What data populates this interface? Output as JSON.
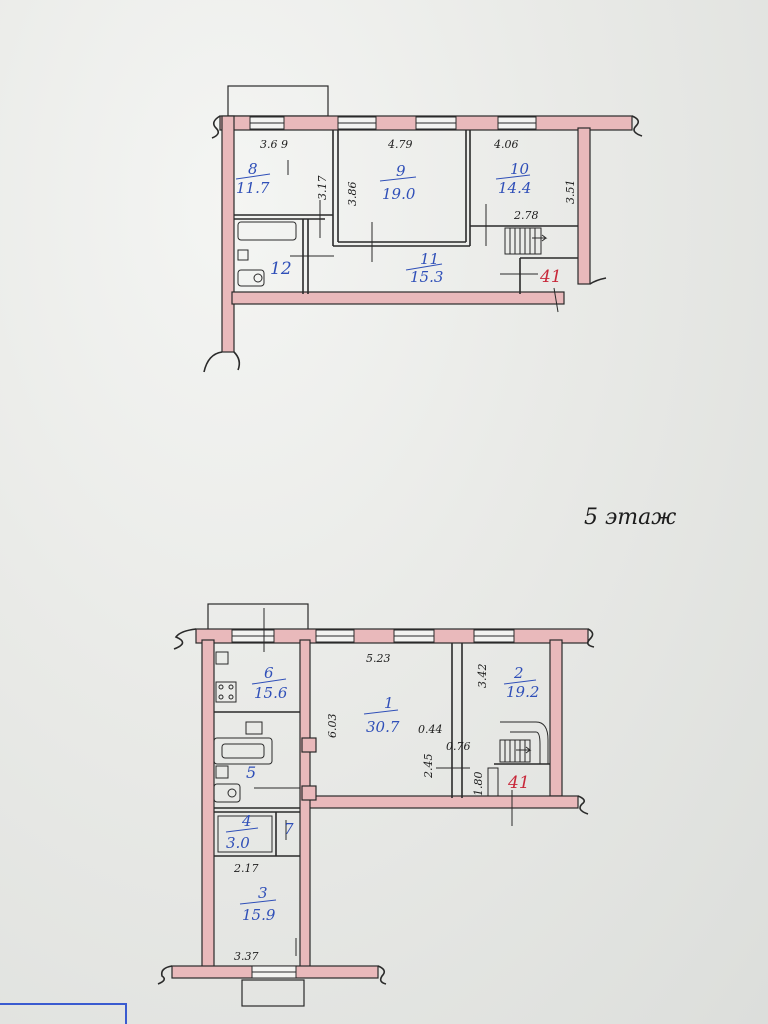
{
  "floor_label": "5 этаж",
  "upper_plan": {
    "dimensions": {
      "d_3_69": "3.6 9",
      "d_4_79": "4.79",
      "d_4_06": "4.06",
      "d_3_17": "3.17",
      "d_3_86": "3.86",
      "d_3_51": "3.51",
      "d_2_78": "2.78"
    },
    "rooms": {
      "r8": {
        "number": "8",
        "area": "11.7"
      },
      "r9": {
        "number": "9",
        "area": "19.0"
      },
      "r10": {
        "number": "10",
        "area": "14.4"
      },
      "r11": {
        "number": "11",
        "area": "15.3"
      },
      "r12": {
        "number": "12"
      }
    },
    "stair_mark": "41"
  },
  "lower_plan": {
    "dimensions": {
      "d_5_23": "5.23",
      "d_3_42": "3.42",
      "d_6_03": "6.03",
      "d_0_44": "0.44",
      "d_2_45": "2.45",
      "d_0_76": "0.76",
      "d_1_80": "1.80",
      "d_2_17": "2.17",
      "d_3_37": "3.37"
    },
    "rooms": {
      "r1": {
        "number": "1",
        "area": "30.7"
      },
      "r2": {
        "number": "2",
        "area": "19.2"
      },
      "r3": {
        "number": "3",
        "area": "15.9"
      },
      "r4": {
        "number": "4",
        "area": "3.0"
      },
      "r5": {
        "number": "5"
      },
      "r6": {
        "number": "6",
        "area": "15.6"
      },
      "r7": {
        "number": "7"
      }
    },
    "stair_mark": "41"
  },
  "colors": {
    "wall_fill": "#e9b9bb",
    "wall_line": "#2a2a2a",
    "room_labels": "#2f4fb8",
    "stair_mark": "#c8283a",
    "frame": "#3a5bd0"
  }
}
